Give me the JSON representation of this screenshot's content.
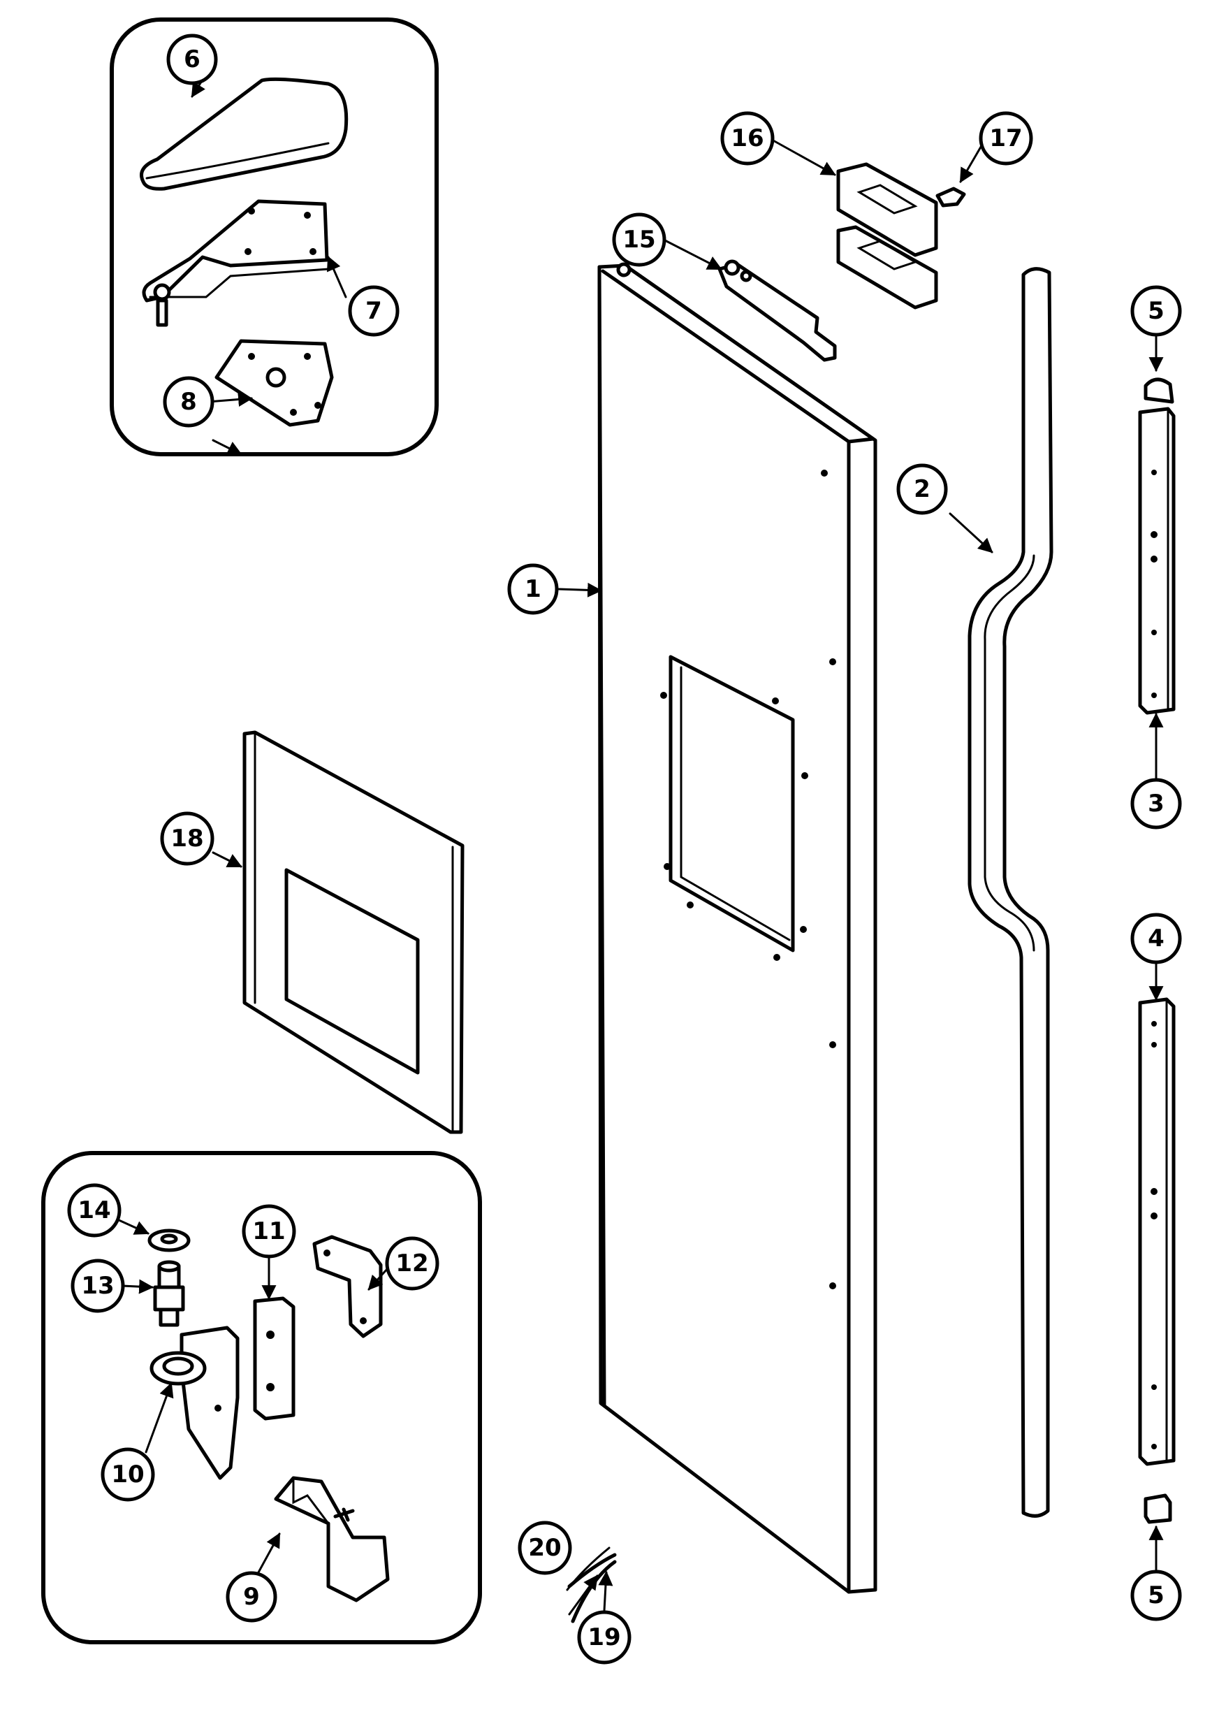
{
  "callouts": [
    {
      "id": "1",
      "label": "1"
    },
    {
      "id": "2",
      "label": "2"
    },
    {
      "id": "3",
      "label": "3"
    },
    {
      "id": "4",
      "label": "4"
    },
    {
      "id": "5a",
      "label": "5"
    },
    {
      "id": "5b",
      "label": "5"
    },
    {
      "id": "6",
      "label": "6"
    },
    {
      "id": "7",
      "label": "7"
    },
    {
      "id": "8",
      "label": "8"
    },
    {
      "id": "9",
      "label": "9"
    },
    {
      "id": "10",
      "label": "10"
    },
    {
      "id": "11",
      "label": "11"
    },
    {
      "id": "12",
      "label": "12"
    },
    {
      "id": "13",
      "label": "13"
    },
    {
      "id": "14",
      "label": "14"
    },
    {
      "id": "15",
      "label": "15"
    },
    {
      "id": "16",
      "label": "16"
    },
    {
      "id": "17",
      "label": "17"
    },
    {
      "id": "18",
      "label": "18"
    },
    {
      "id": "19",
      "label": "19"
    },
    {
      "id": "20",
      "label": "20"
    }
  ]
}
